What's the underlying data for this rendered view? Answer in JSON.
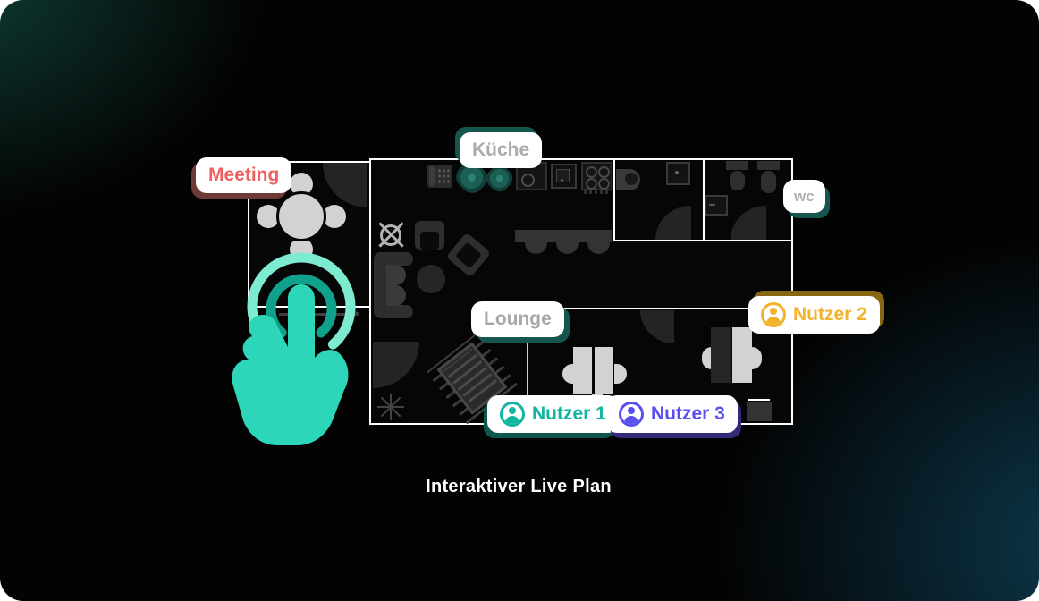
{
  "caption": "Interaktiver Live Plan",
  "theme": {
    "bg": "#030303",
    "glow_a": "#134d42cc",
    "glow_b": "#125472a6",
    "wall": "#ffffff",
    "hand": "#2dd6b8",
    "arc_outer": "#7debd0",
    "arc_inner": "#0fa18b",
    "furniture_dark": "#2e2e2e",
    "furniture_light": "#d2d2d2"
  },
  "badges": [
    {
      "id": "meeting",
      "label": "Meeting",
      "type": "room",
      "color": "#ef615e",
      "shadow": "#6e3a35"
    },
    {
      "id": "kueche",
      "label": "Küche",
      "type": "room",
      "color": "#ababab",
      "shadow": "#15564e"
    },
    {
      "id": "wc",
      "label": "wc",
      "type": "room",
      "color": "#b0b0b0",
      "shadow": "#15564e"
    },
    {
      "id": "lounge",
      "label": "Lounge",
      "type": "room",
      "color": "#a8a8a8",
      "shadow": "#15564e"
    },
    {
      "id": "nutzer1",
      "label": "Nutzer 1",
      "type": "user",
      "color": "#12b5a0",
      "shadow": "#0c564d"
    },
    {
      "id": "nutzer2",
      "label": "Nutzer 2",
      "type": "user",
      "color": "#f2b32b",
      "shadow": "#866712"
    },
    {
      "id": "nutzer3",
      "label": "Nutzer 3",
      "type": "user",
      "color": "#5a4fef",
      "shadow": "#322b78"
    }
  ],
  "icons": {
    "user_badge_icon": "user-circle-icon",
    "gesture_icon": "tap-gesture-icon"
  }
}
